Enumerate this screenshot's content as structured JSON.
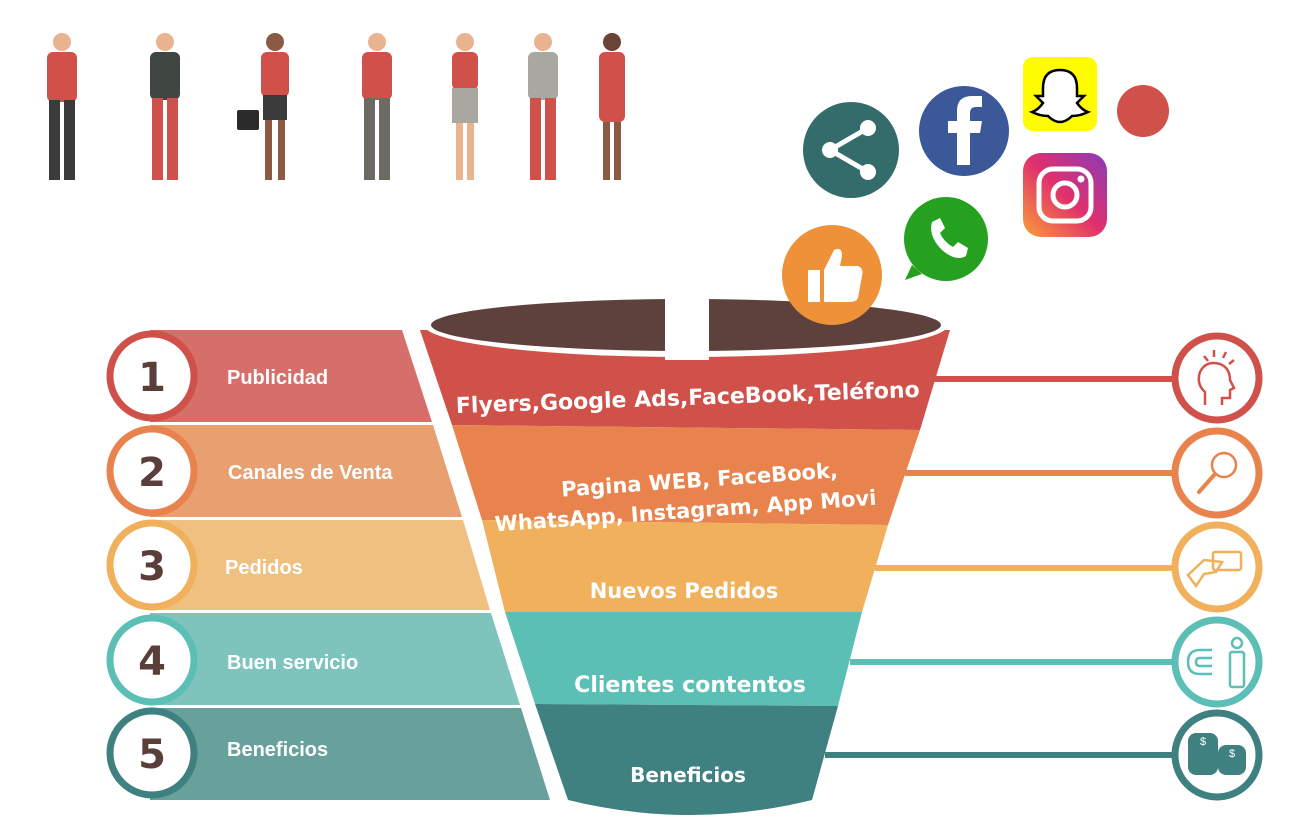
{
  "colors": {
    "red": "#d0504a",
    "orange": "#e8834e",
    "yellow": "#f0b05c",
    "teal": "#5bbfb5",
    "darkteal": "#3f8080",
    "brown": "#5e403d"
  },
  "steps": [
    {
      "number": "1",
      "label": "Publicidad",
      "funnel_text": [
        "Flyers,Google Ads,FaceBook,Teléfono"
      ],
      "icon": "head-idea-icon"
    },
    {
      "number": "2",
      "label": "Canales de Venta",
      "funnel_text": [
        "Pagina WEB, FaceBook,",
        "WhatsApp, Instagram, App Movi"
      ],
      "icon": "magnifier-icon"
    },
    {
      "number": "3",
      "label": "Pedidos",
      "funnel_text": [
        "Nuevos Pedidos"
      ],
      "icon": "hand-card-icon"
    },
    {
      "number": "4",
      "label": "Buen servicio",
      "funnel_text": [
        "Clientes contentos"
      ],
      "icon": "magnet-person-icon"
    },
    {
      "number": "5",
      "label": "Beneficios",
      "funnel_text": [
        "Beneficios"
      ],
      "icon": "coins-icon"
    }
  ],
  "social_icons": [
    "share-icon",
    "facebook-icon",
    "snapchat-icon",
    "instagram-icon",
    "whatsapp-icon",
    "thumbs-up-icon"
  ]
}
